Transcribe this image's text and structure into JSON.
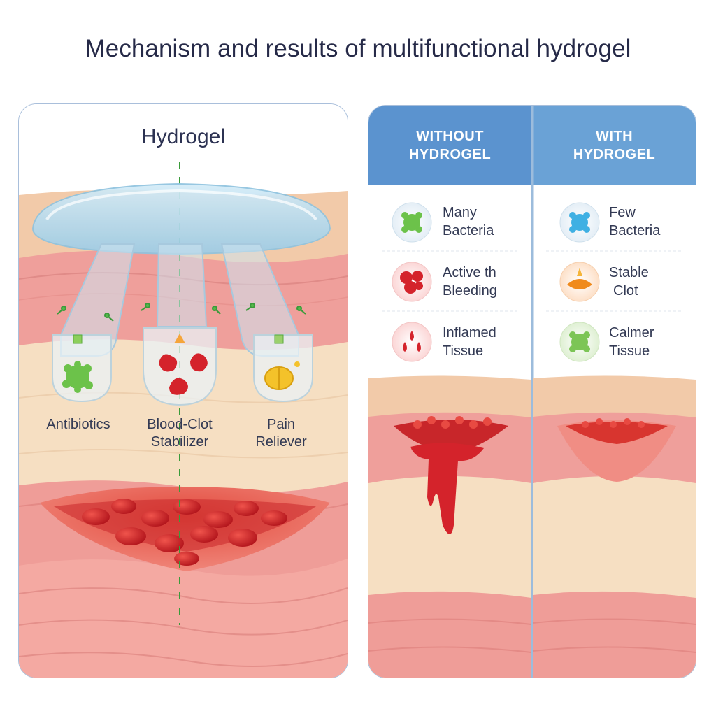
{
  "title": "Mechanism and results of multifunctional hydrogel",
  "mechanism": {
    "title": "Hydrogel",
    "agents": [
      {
        "line1": "Antibiotics",
        "line2": ""
      },
      {
        "line1": "Blood-Clot",
        "line2": "Stabilizer"
      },
      {
        "line1": "Pain",
        "line2": "Reliever"
      }
    ]
  },
  "comparison": {
    "columns": [
      {
        "header_line1": "WITHOUT",
        "header_line2": "HYDROGEL",
        "items": [
          {
            "line1": "Many",
            "line2": "Bacteria",
            "icon": "green-bacteria-icon"
          },
          {
            "line1": "Active th",
            "line2": "Bleeding",
            "icon": "red-blood-cells-icon"
          },
          {
            "line1": "Inflamed",
            "line2": "Tissue",
            "icon": "blood-drops-icon"
          }
        ]
      },
      {
        "header_line1": "WITH",
        "header_line2": "HYDROGEL",
        "items": [
          {
            "line1": "Few",
            "line2": "Bacteria",
            "icon": "blue-bacteria-icon"
          },
          {
            "line1": "Stable",
            "line2": "Clot",
            "icon": "orange-clot-icon"
          },
          {
            "line1": "Calmer",
            "line2": "Tissue",
            "icon": "green-cell-icon"
          }
        ]
      }
    ]
  },
  "colors": {
    "header_left": "#5b93cf",
    "header_right": "#6aa2d6",
    "skin_top": "#f2c9a8",
    "dermis": "#eaa3a0",
    "fat": "#f7e2c4",
    "blood": "#d2202a"
  }
}
